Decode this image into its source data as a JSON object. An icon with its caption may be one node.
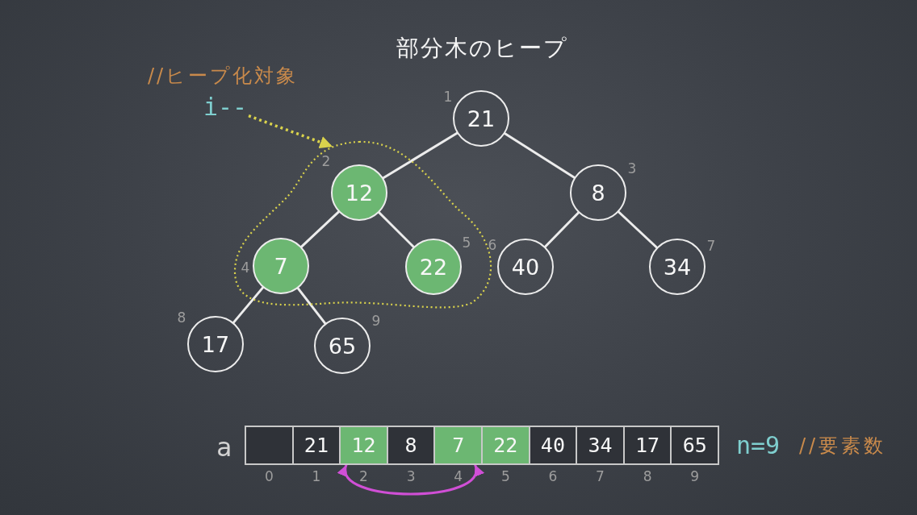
{
  "diagram": {
    "title": "部分木のヒープ",
    "nodes": [
      {
        "text": [
          "i--"
        ]
      },
      {
        "text": [
          "21"
        ],
        "beside": [
          "1"
        ]
      },
      {
        "text": [],
        "shape": "triangle"
      },
      {
        "text": [
          "12"
        ],
        "in": 2,
        "beside": [
          "2"
        ]
      },
      {
        "text": [
          "8"
        ],
        "beside": [
          "3"
        ]
      },
      {
        "text": [
          "7"
        ],
        "in": 2,
        "beside": [
          "4"
        ]
      },
      {
        "text": [
          "22"
        ],
        "in": 2,
        "beside": [
          "5"
        ]
      },
      {
        "text": [
          "40"
        ],
        "beside": [
          "6"
        ]
      },
      {
        "text": [
          "34"
        ],
        "beside": [
          "7"
        ]
      },
      {
        "text": [
          "17"
        ],
        "beside": [
          "8"
        ]
      },
      {
        "text": [
          "65"
        ],
        "beside": [
          "9"
        ]
      },
      {
        "text": [],
        "shape": "box",
        "beside": [
          "0"
        ]
      },
      {
        "text": [
          "21"
        ],
        "beside": [
          "1"
        ]
      },
      {
        "text": [
          "12"
        ],
        "beside": [
          "2"
        ]
      },
      {
        "text": [
          "8"
        ],
        "beside": [
          "3"
        ]
      },
      {
        "text": [
          "7"
        ],
        "beside": [
          "4"
        ]
      },
      {
        "text": [
          "22"
        ],
        "beside": [
          "5"
        ]
      },
      {
        "text": [
          "40"
        ],
        "beside": [
          "6"
        ]
      },
      {
        "text": [
          "34"
        ],
        "beside": [
          "7"
        ]
      },
      {
        "text": [
          "17"
        ],
        "beside": [
          "8"
        ]
      },
      {
        "text": [
          "65"
        ],
        "beside": [
          "9"
        ]
      }
    ],
    "edges": [
      {
        "from": 0,
        "to": 2,
        "arrow": "to",
        "style": "dashed",
        "color": "#d9d24c"
      },
      {
        "from": 1,
        "to": 3,
        "arrow": "none"
      },
      {
        "from": 1,
        "to": 4,
        "arrow": "none"
      },
      {
        "from": 3,
        "to": 5,
        "arrow": "none"
      },
      {
        "from": 3,
        "to": 6,
        "arrow": "none"
      },
      {
        "from": 4,
        "to": 7,
        "arrow": "none"
      },
      {
        "from": 4,
        "to": 8,
        "arrow": "none"
      },
      {
        "from": 5,
        "to": 9,
        "arrow": "none"
      },
      {
        "from": 5,
        "to": 10,
        "arrow": "none"
      },
      {
        "from": 13,
        "to": 15,
        "arrow": "both",
        "color": "#d04fd6"
      }
    ],
    "labels": [
      "//ヒープ化対象",
      "a",
      "n=9",
      "//要素数"
    ]
  }
}
